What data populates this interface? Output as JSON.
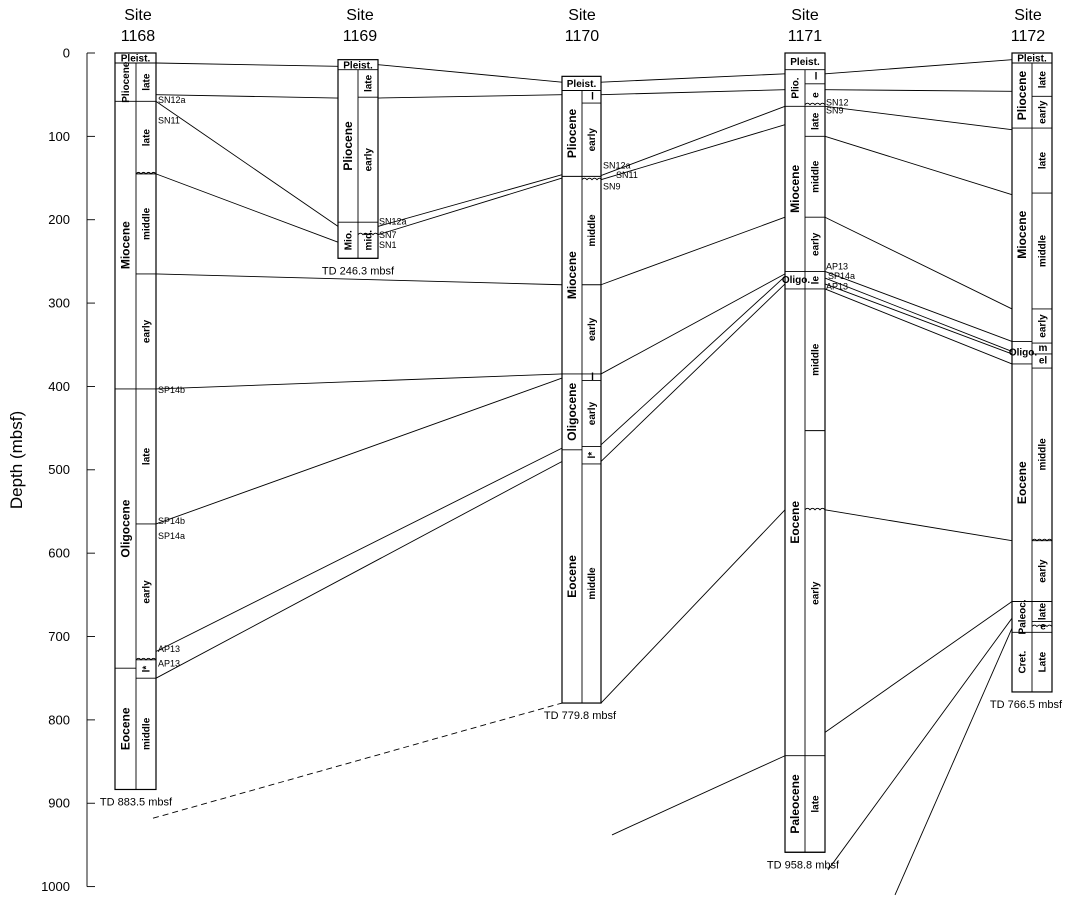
{
  "axis": {
    "label": "Depth (mbsf)",
    "ticks": [
      "0",
      "100",
      "200",
      "300",
      "400",
      "500",
      "600",
      "700",
      "800",
      "900",
      "1000"
    ]
  },
  "sites": [
    {
      "header": [
        "Site",
        "1168"
      ],
      "td": "TD 883.5 mbsf",
      "epochs": [
        "Pleist.",
        "Pliocene",
        "Miocene",
        "Oligocene",
        "Eocene"
      ],
      "subdivisions": [
        "late",
        "late",
        "middle",
        "early",
        "late",
        "early",
        "l*",
        "middle"
      ],
      "zones": [
        "SN12a",
        "SN11",
        "SP14b",
        "SP14b",
        "SP14a",
        "AP13",
        "AP13"
      ]
    },
    {
      "header": [
        "Site",
        "1169"
      ],
      "td": "TD 246.3 mbsf",
      "epochs": [
        "Pleist.",
        "Pliocene",
        "Mio."
      ],
      "subdivisions": [
        "late",
        "early",
        "mid."
      ],
      "zones": [
        "SN12a",
        "SN7",
        "SN1"
      ]
    },
    {
      "header": [
        "Site",
        "1170"
      ],
      "td": "TD 779.8 mbsf",
      "epochs": [
        "Pleist.",
        "Pliocene",
        "Miocene",
        "Oligocene",
        "Eocene"
      ],
      "subdivisions": [
        "l",
        "early",
        "middle",
        "early",
        "l",
        "early",
        "l*",
        "middle"
      ],
      "zones": [
        "SN12a",
        "SN11",
        "SN9"
      ]
    },
    {
      "header": [
        "Site",
        "1171"
      ],
      "td": "TD 958.8 mbsf",
      "epochs": [
        "Pleist.",
        "Plio.",
        "Miocene",
        "Oligo.",
        "Eocene",
        "Paleocene"
      ],
      "subdivisions": [
        "l",
        "e",
        "late",
        "middle",
        "early",
        "le",
        "middle",
        "early",
        "late"
      ],
      "zones": [
        "SN12",
        "SN9",
        "AP13",
        "SP14a",
        "AP13"
      ]
    },
    {
      "header": [
        "Site",
        "1172"
      ],
      "td": "TD 766.5 mbsf",
      "epochs": [
        "Pleist.",
        "Pliocene",
        "Miocene",
        "Oligo.",
        "Eocene",
        "Paleoc.",
        "Cret."
      ],
      "subdivisions": [
        "late",
        "early",
        "late",
        "middle",
        "early",
        "m",
        "el",
        "middle",
        "early",
        "late",
        "e",
        "Late"
      ],
      "zones": []
    }
  ]
}
